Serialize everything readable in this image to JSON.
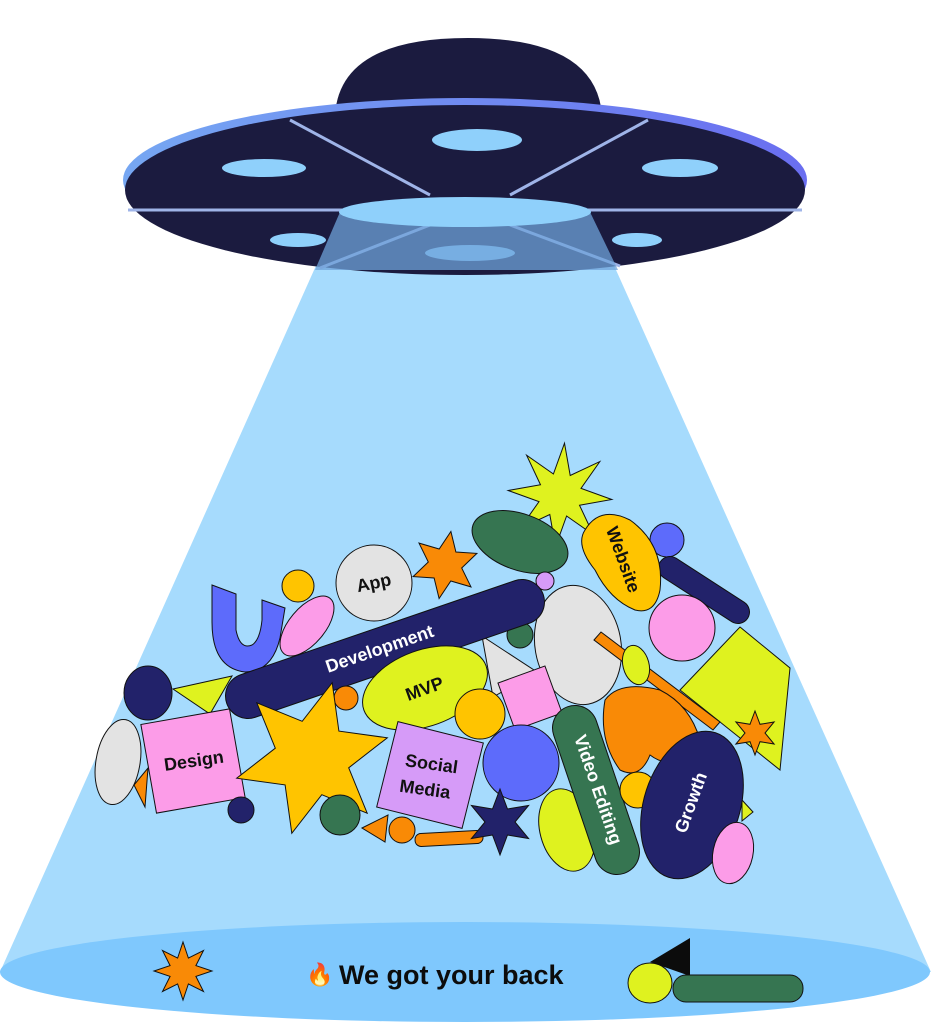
{
  "labels": {
    "app": "App",
    "development": "Development",
    "mvp": "MVP",
    "website": "Website",
    "design": "Design",
    "social_media_line1": "Social",
    "social_media_line2": "Media",
    "video_editing": "Video Editing",
    "growth": "Growth"
  },
  "tagline": {
    "emoji": "🔥",
    "text": "We got your back"
  },
  "colors": {
    "navy": "#22226a",
    "ufo_body": "#1b1b3f",
    "beam": "#a6dbfd",
    "beam_floor": "#7fc8fd",
    "yellow": "#ffc400",
    "lime": "#dff21f",
    "pink": "#fc9ce8",
    "orange": "#f98a06",
    "green": "#367551",
    "grey": "#e3e3e3",
    "blue": "#5d6bfb",
    "lavender": "#d69bf8"
  }
}
